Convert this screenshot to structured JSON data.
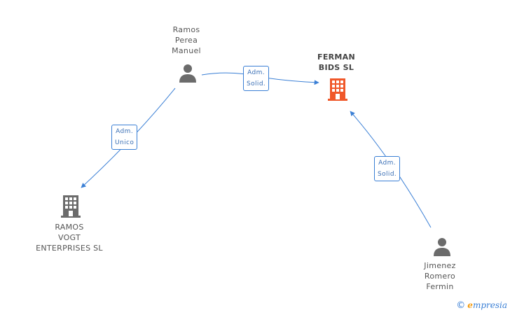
{
  "nodes": {
    "ramos_perea": {
      "type": "person",
      "lines": [
        "Ramos",
        "Perea",
        "Manuel"
      ]
    },
    "ferman_bids": {
      "type": "company-main",
      "lines": [
        "FERMAN",
        "BIDS SL"
      ]
    },
    "ramos_vogt": {
      "type": "company",
      "lines": [
        "RAMOS",
        "VOGT",
        "ENTERPRISES SL"
      ]
    },
    "jimenez_romero": {
      "type": "person",
      "lines": [
        "Jimenez",
        "Romero",
        "Fermin"
      ]
    }
  },
  "edges": [
    {
      "from": "ramos_perea",
      "to": "ferman_bids",
      "label": [
        "Adm.",
        "Solid."
      ]
    },
    {
      "from": "ramos_perea",
      "to": "ramos_vogt",
      "label": [
        "Adm.",
        "Unico"
      ]
    },
    {
      "from": "jimenez_romero",
      "to": "ferman_bids",
      "label": [
        "Adm.",
        "Solid."
      ]
    }
  ],
  "colors": {
    "edge": "#3a7fd5",
    "person_icon": "#6b6b6b",
    "company_icon": "#6b6b6b",
    "main_company_icon": "#f0582a"
  },
  "brand": {
    "copyright": "©",
    "name_initial": "e",
    "name_rest": "mpresia"
  }
}
